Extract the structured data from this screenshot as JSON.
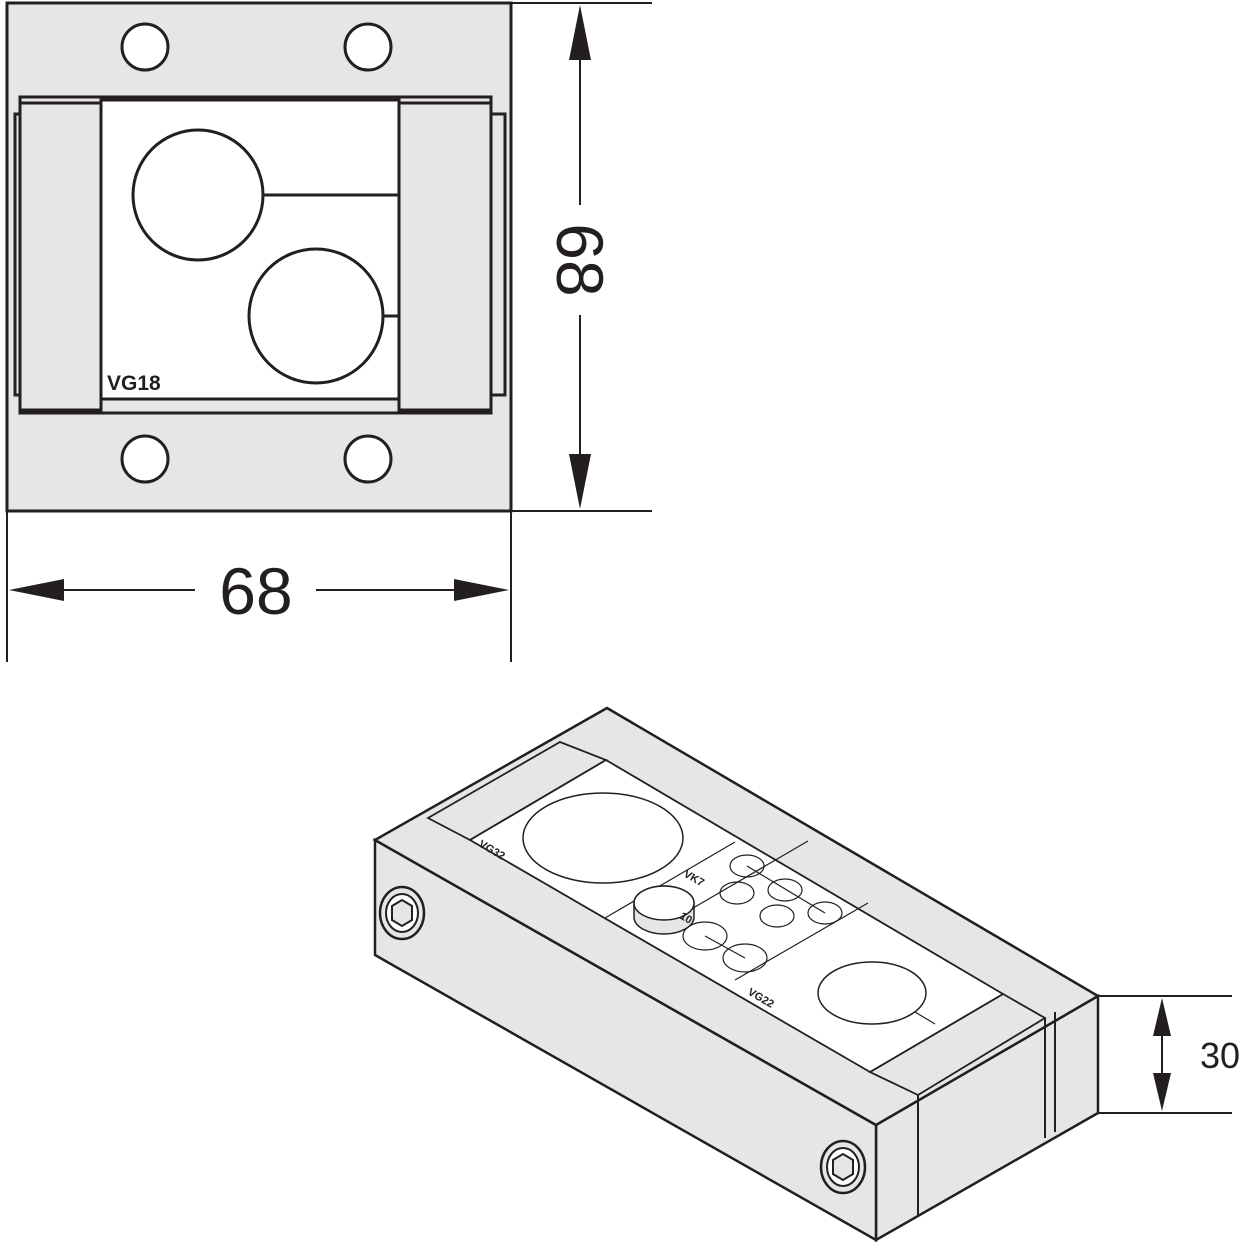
{
  "colors": {
    "line": "#231f20",
    "body_fill": "#e6e6e7",
    "insert_fill": "#ffffff",
    "background": "#ffffff"
  },
  "top_view": {
    "insert_label": "VG18",
    "dim_width": "68",
    "dim_height": "68"
  },
  "iso_view": {
    "label_vg32": "VG32",
    "label_vk7": "VK7",
    "label_10": "10",
    "label_vg22": "VG22",
    "dim_height": "30"
  },
  "icons": [
    "hex-socket-screw-icon",
    "mounting-hole-icon"
  ]
}
